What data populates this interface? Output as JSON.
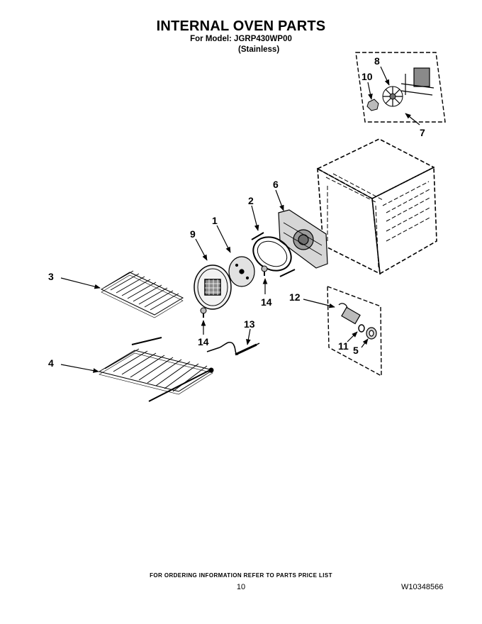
{
  "header": {
    "title": "INTERNAL OVEN PARTS",
    "model_line": "For Model: JGRP430WP00",
    "finish_line": "(Stainless)"
  },
  "callouts": {
    "c1": "1",
    "c2": "2",
    "c3": "3",
    "c4": "4",
    "c5": "5",
    "c6": "6",
    "c7": "7",
    "c8": "8",
    "c9": "9",
    "c10": "10",
    "c11": "11",
    "c12": "12",
    "c13": "13",
    "c14a": "14",
    "c14b": "14"
  },
  "footer": {
    "ordering_note": "FOR ORDERING INFORMATION REFER TO PARTS PRICE LIST",
    "page_number": "10",
    "document_number": "W10348566"
  },
  "colors": {
    "ink": "#000000",
    "paper": "#ffffff",
    "shade": "#6e6e6e"
  }
}
